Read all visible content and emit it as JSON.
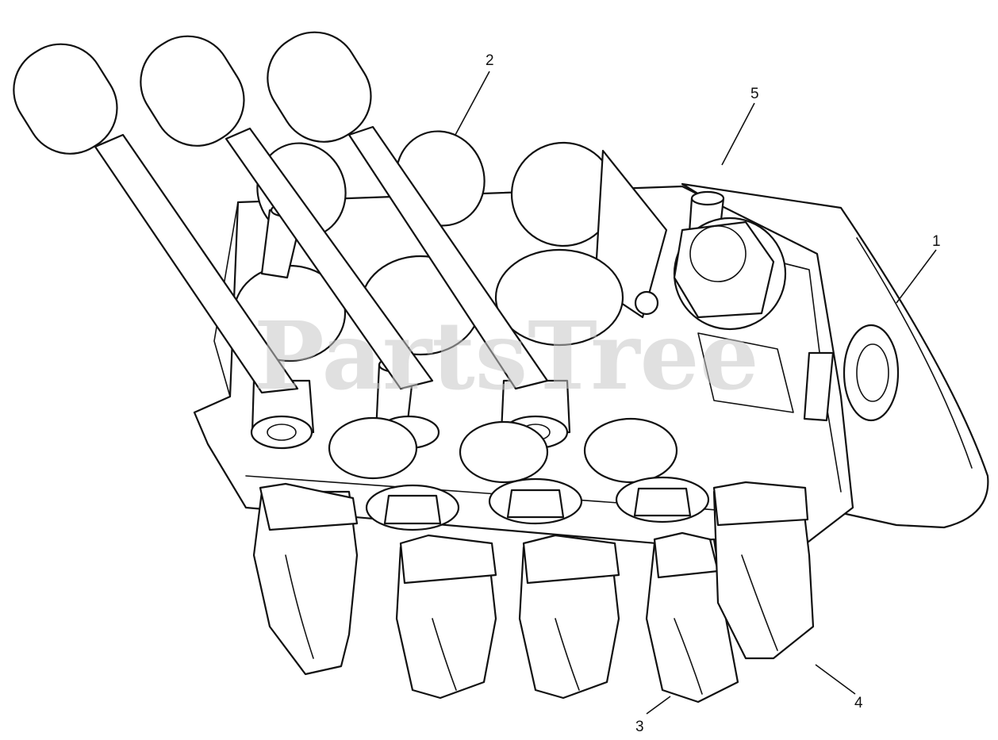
{
  "watermark": "PartsTree",
  "callouts": [
    {
      "id": "c1",
      "label": "1"
    },
    {
      "id": "c2",
      "label": "2"
    },
    {
      "id": "c3",
      "label": "3"
    },
    {
      "id": "c4",
      "label": "4"
    },
    {
      "id": "c5",
      "label": "5"
    }
  ]
}
